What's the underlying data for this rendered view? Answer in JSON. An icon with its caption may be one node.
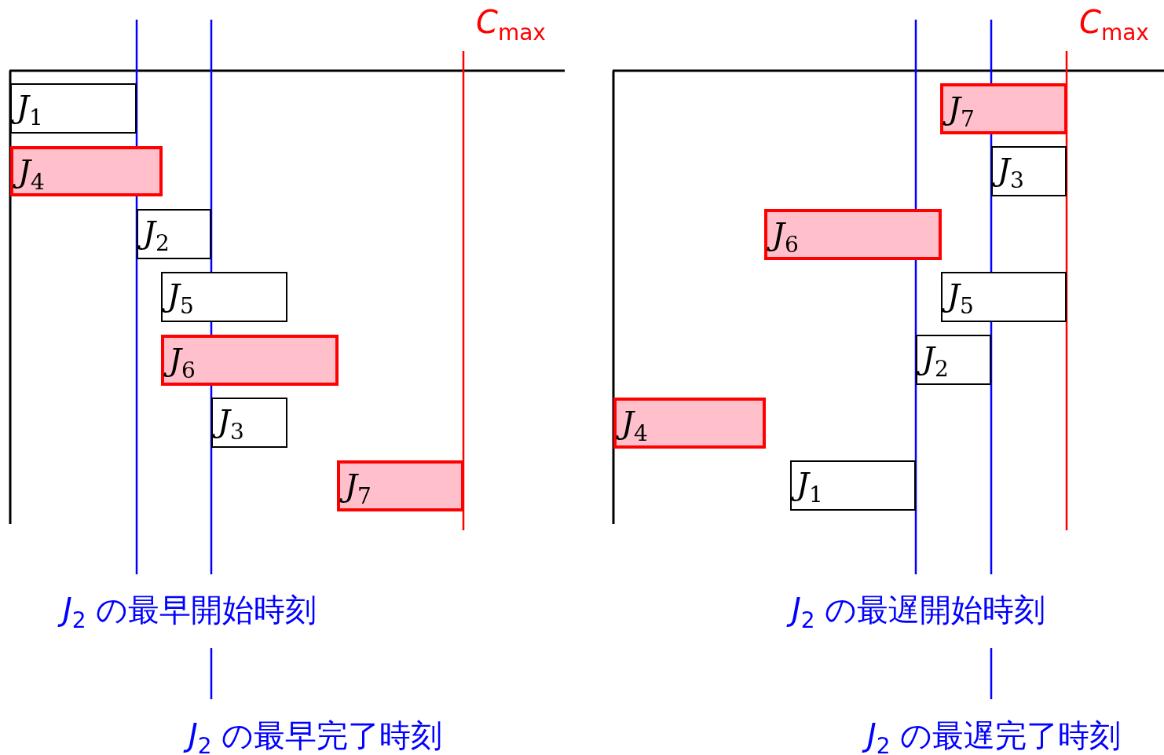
{
  "diagram": {
    "nodes": [
      {
        "text": [
          "*J*$_{1}$"
        ]
      },
      {
        "text": [
          "*J*$_{4}$"
        ]
      },
      {
        "text": [
          "*J*$_{2}$"
        ]
      },
      {
        "text": [
          "*J*$_{5}$"
        ]
      },
      {
        "text": [
          "*J*$_{6}$"
        ]
      },
      {
        "text": [
          "*J*$_{3}$"
        ]
      },
      {
        "text": [
          "*J*$_{7}$"
        ]
      },
      {
        "text": [
          "*J*$_{7}$"
        ]
      },
      {
        "text": [
          "*J*$_{3}$"
        ]
      },
      {
        "text": [
          "*J*$_{6}$"
        ]
      },
      {
        "text": [
          "*J*$_{5}$"
        ]
      },
      {
        "text": [
          "*J*$_{2}$"
        ]
      },
      {
        "text": [
          "*J*$_{4}$"
        ]
      },
      {
        "text": [
          "*J*$_{1}$"
        ]
      }
    ],
    "edges": [],
    "labels": [
      "*C*$_{max}$",
      "*C*$_{max}$",
      "*J*$_{2}$ の最早開始時刻",
      "*J*$_{2}$ の最遅開始時刻",
      "*J*$_{2}$ の最早完了時刻",
      "*J*$_{2}$ の最遅完了時刻"
    ]
  }
}
